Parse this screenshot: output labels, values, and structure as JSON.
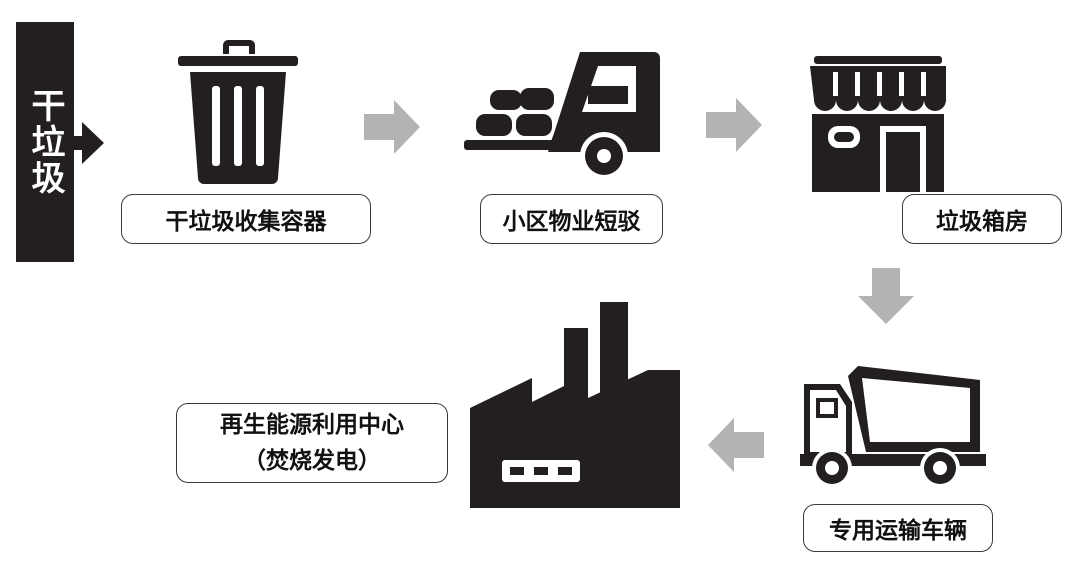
{
  "side_label": "干垃圾",
  "steps": [
    {
      "label": "干垃圾收集容器",
      "icon": "trash-can-icon"
    },
    {
      "label": "小区物业短驳",
      "icon": "forklift-icon"
    },
    {
      "label": "垃圾箱房",
      "icon": "storefront-icon"
    },
    {
      "label": "专用运输车辆",
      "icon": "dump-truck-icon"
    },
    {
      "label_line1": "再生能源利用中心",
      "label_line2": "（焚烧发电）",
      "icon": "factory-icon"
    }
  ],
  "colors": {
    "icon": "#231f20",
    "arrow": "#b3b3b3",
    "border": "#3a3a3a"
  }
}
